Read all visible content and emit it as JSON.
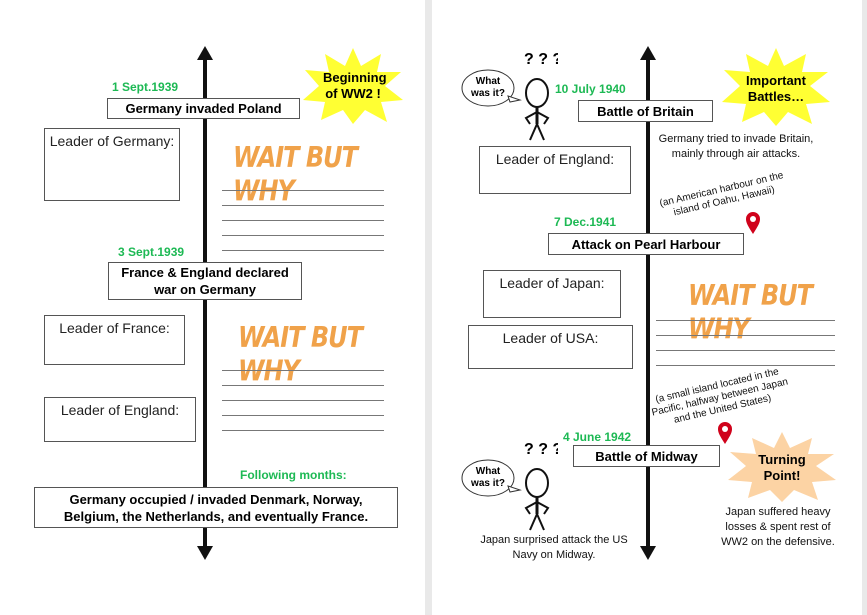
{
  "left_page": {
    "starburst": "Beginning of WW2 !",
    "events": [
      {
        "date": "1 Sept.1939",
        "title": "Germany invaded Poland"
      },
      {
        "date": "3 Sept.1939",
        "title": "France & England declared war on Germany"
      },
      {
        "date": "Following months:",
        "title": "Germany occupied / invaded Denmark, Norway, Belgium, the Netherlands, and eventually France."
      }
    ],
    "leaders": [
      "Leader of Germany:",
      "Leader of France:",
      "Leader of England:"
    ],
    "logo": "WAIT BUT WHY"
  },
  "right_page": {
    "starburst1": "Important Battles…",
    "starburst2": "Turning Point!",
    "bubble": "What was it?",
    "events": [
      {
        "date": "10 July 1940",
        "title": "Battle of Britain",
        "note": "Germany tried to invade Britain, mainly through air attacks."
      },
      {
        "date": "7 Dec.1941",
        "title": "Attack on Pearl Harbour",
        "note": "(an American harbour on the island of Oahu, Hawaii)"
      },
      {
        "date": "4 June 1942",
        "title": "Battle of Midway",
        "note": "(a small island located in the Pacific, halfway between Japan and the United States)"
      }
    ],
    "midway_note_left": "Japan surprised attack the US Navy on Midway.",
    "midway_note_right": "Japan suffered heavy losses & spent rest of WW2 on the defensive.",
    "leaders": [
      "Leader of England:",
      "Leader of Japan:",
      "Leader of USA:"
    ],
    "logo": "WAIT BUT WHY"
  },
  "colors": {
    "date": "#1db954",
    "burst_yellow": "#ffff33",
    "burst_orange": "#fcd3a4",
    "pin": "#d0021b",
    "logo": "#f0a24a"
  }
}
